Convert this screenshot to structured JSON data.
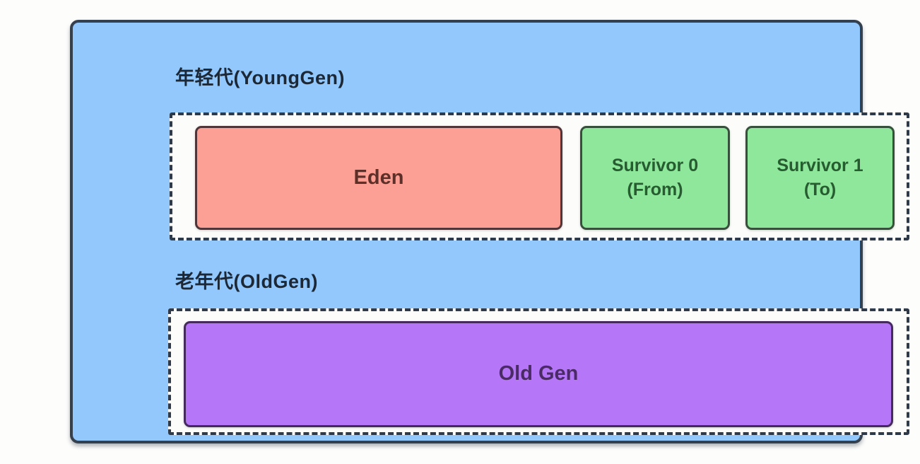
{
  "colors": {
    "canvas_bg": "#FDFDFC",
    "heap_bg": "#92C8FC",
    "heap_border": "#35404E",
    "region_container_bg": "#FCFCFA",
    "dashed_border": "#2E3A49",
    "eden_fill": "#FC9F94",
    "eden_border": "#4F3538",
    "eden_text": "#5C3028",
    "survivor_fill": "#8FE79B",
    "survivor_border": "#36503C",
    "survivor_text": "#275C31",
    "oldgen_fill": "#B577F7",
    "oldgen_border": "#452A5E",
    "oldgen_text": "#4B2B66",
    "title_text": "#1C2836"
  },
  "heap": {
    "young": {
      "title": "年轻代(YoungGen)",
      "regions": [
        {
          "name": "eden",
          "label": "Eden",
          "sublabel": ""
        },
        {
          "name": "survivor0",
          "label": "Survivor 0",
          "sublabel": "(From)"
        },
        {
          "name": "survivor1",
          "label": "Survivor 1",
          "sublabel": "(To)"
        }
      ]
    },
    "old": {
      "title": "老年代(OldGen)",
      "regions": [
        {
          "name": "oldgen",
          "label": "Old Gen",
          "sublabel": ""
        }
      ]
    }
  }
}
